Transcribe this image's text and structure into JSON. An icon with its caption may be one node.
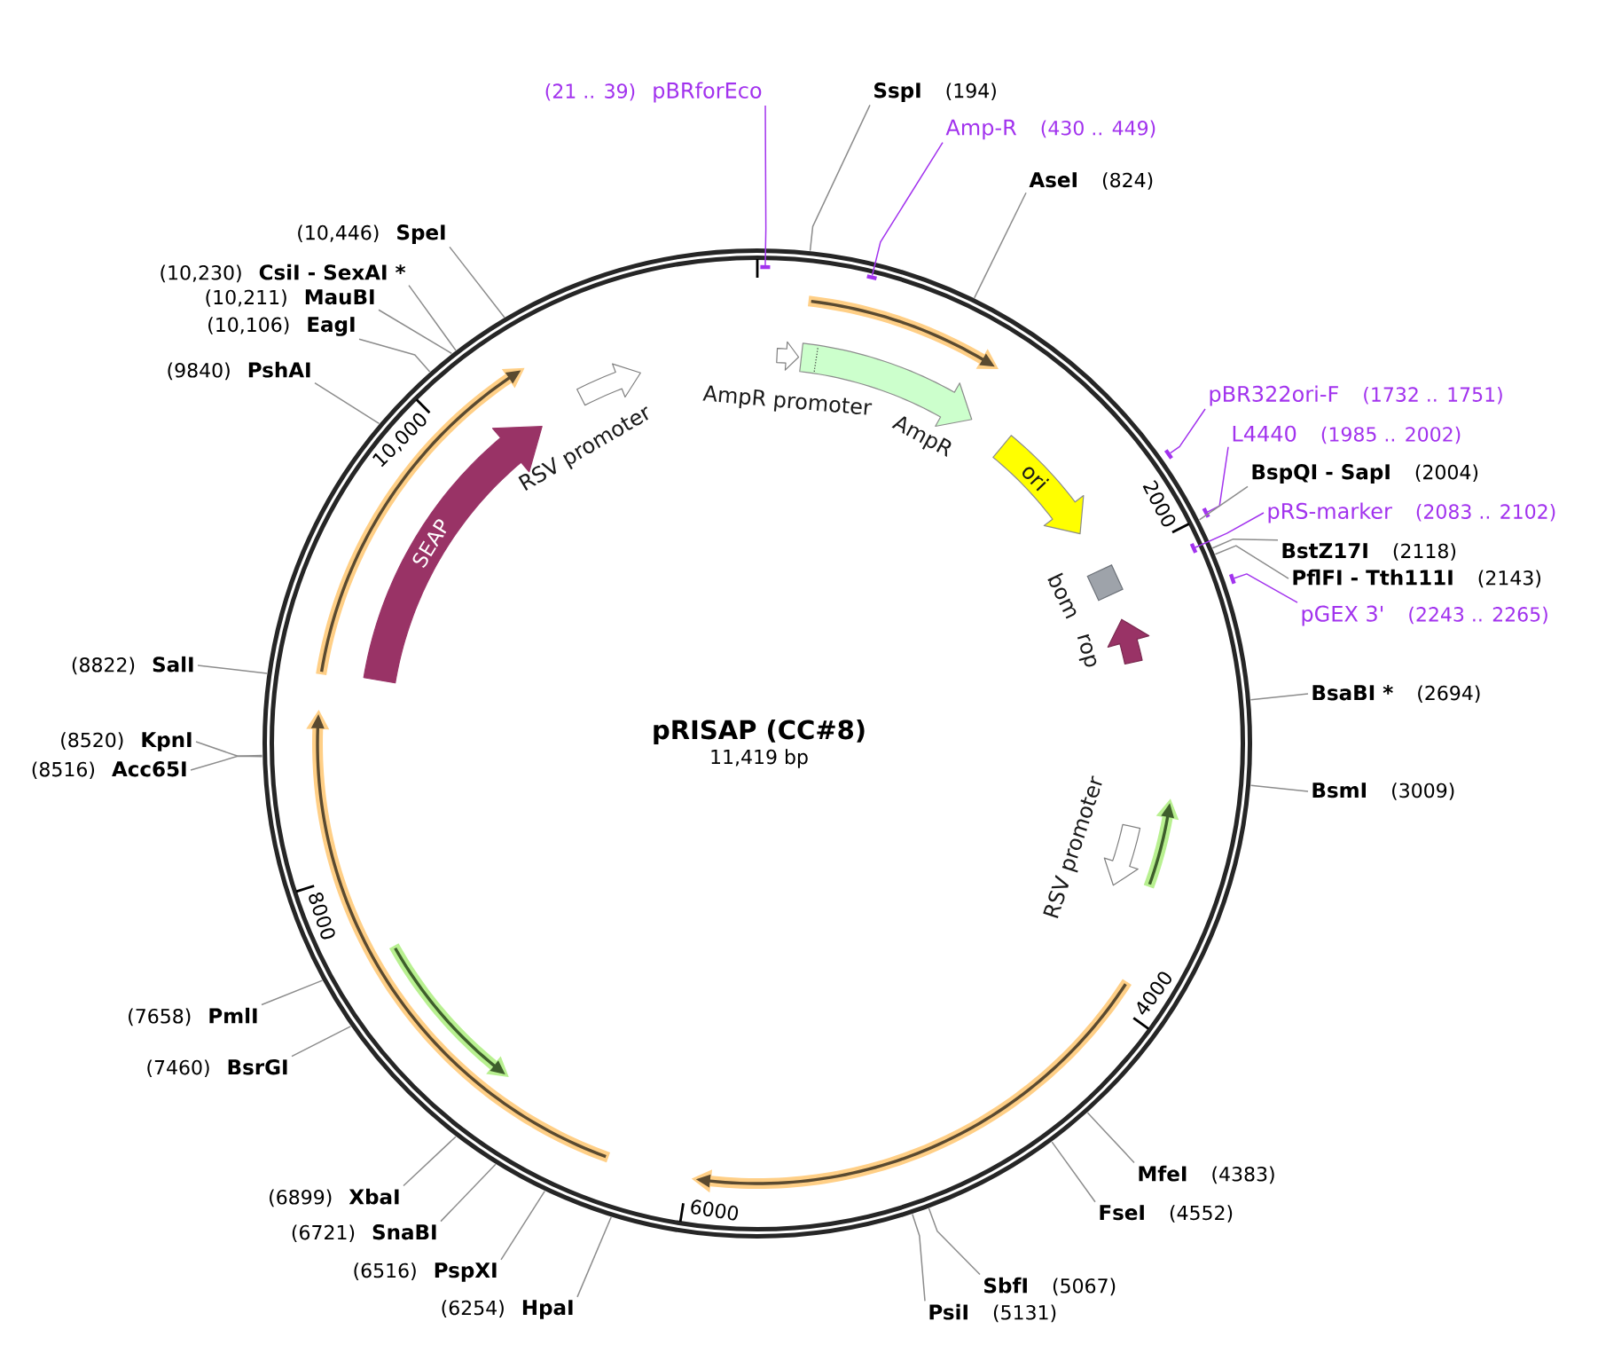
{
  "diagram": {
    "nodes": [
      {
        "text": [
          "pRISAP (CC#8)",
          "11,419 bp"
        ]
      },
      {
        "text": [],
        "shape": "arrow",
        "in": 0
      },
      {
        "text": [
          "AmpR promoter"
        ],
        "in": 0
      },
      {
        "text": [
          "AmpR"
        ],
        "in": 0
      },
      {
        "text": [],
        "shape": "arrow",
        "in": 0
      },
      {
        "text": [
          "RSV promoter"
        ],
        "in": 0
      },
      {
        "text": [
          "SEAP"
        ],
        "in": 0
      },
      {
        "text": [
          "ori"
        ],
        "in": 0
      },
      {
        "text": [
          "bom"
        ],
        "in": 0
      },
      {
        "text": [
          "rop"
        ],
        "in": 0
      },
      {
        "text": [],
        "shape": "arrow",
        "in": 0
      },
      {
        "text": [],
        "shape": "arrow",
        "in": 0
      },
      {
        "text": [
          "RSV promoter"
        ],
        "in": 0
      },
      {
        "text": [],
        "shape": "arrow",
        "in": 0
      },
      {
        "text": [],
        "shape": "arrow",
        "in": 0
      },
      {
        "text": [
          "(21 .. 39)",
          "pBRforEco"
        ]
      },
      {
        "text": [
          "SspI",
          "(194)"
        ]
      },
      {
        "text": [
          "Amp-R",
          "(430 .. 449)"
        ]
      },
      {
        "text": [
          "AseI",
          "(824)"
        ]
      },
      {
        "text": [
          "(10,446)",
          "SpeI"
        ]
      },
      {
        "text": [
          "(10,230)",
          "CsiI - SexAI *"
        ]
      },
      {
        "text": [
          "(10,211)",
          "MauBI"
        ]
      },
      {
        "text": [
          "(10,106)",
          "EagI"
        ]
      },
      {
        "text": [
          "(9840)",
          "PshAI"
        ]
      },
      {
        "text": [
          "pBR322ori-F",
          "(1732 .. 1751)"
        ]
      },
      {
        "text": [
          "L4440",
          "(1985 .. 2002)"
        ]
      },
      {
        "text": [
          "BspQI - SapI",
          "(2004)"
        ]
      },
      {
        "text": [
          "pRS-marker",
          "(2083 .. 2102)"
        ]
      },
      {
        "text": [
          "BstZ17I",
          "(2118)"
        ]
      },
      {
        "text": [
          "PflFI - Tth111I",
          "(2143)"
        ]
      },
      {
        "text": [
          "pGEX 3'",
          "(2243 .. 2265)"
        ]
      },
      {
        "text": [
          "(8822)",
          "SalI"
        ]
      },
      {
        "text": [
          "BsaBI *",
          "(2694)"
        ]
      },
      {
        "text": [
          "(8520)",
          "KpnI"
        ]
      },
      {
        "text": [
          "(8516)",
          "Acc65I"
        ]
      },
      {
        "text": [
          "BsmI",
          "(3009)"
        ]
      },
      {
        "text": [
          "(7658)",
          "PmlI"
        ]
      },
      {
        "text": [
          "(7460)",
          "BsrGI"
        ]
      },
      {
        "text": [
          "MfeI",
          "(4383)"
        ]
      },
      {
        "text": [
          "(6899)",
          "XbaI"
        ]
      },
      {
        "text": [
          "FseI",
          "(4552)"
        ]
      },
      {
        "text": [
          "(6721)",
          "SnaBI"
        ]
      },
      {
        "text": [
          "(6516)",
          "PspXI"
        ]
      },
      {
        "text": [
          "SbfI",
          "(5067)"
        ]
      },
      {
        "text": [
          "(6254)",
          "HpaI"
        ]
      },
      {
        "text": [
          "PsiI",
          "(5131)"
        ]
      },
      {
        "text": [],
        "shape": "bar",
        "in": 0
      },
      {
        "text": [],
        "shape": "bar",
        "in": 0
      },
      {
        "text": [],
        "shape": "bar",
        "in": 0
      },
      {
        "text": [],
        "shape": "bar",
        "in": 0
      },
      {
        "text": [],
        "shape": "bar",
        "in": 0
      },
      {
        "text": [],
        "shape": "bar",
        "in": 0
      }
    ],
    "edges": [
      {
        "from": 15,
        "to": 46,
        "arrow": "none",
        "color": "#a233ee"
      },
      {
        "from": 16,
        "to": 0,
        "arrow": "none"
      },
      {
        "from": 17,
        "to": 47,
        "arrow": "none",
        "color": "#a233ee"
      },
      {
        "from": 18,
        "to": 0,
        "arrow": "none"
      },
      {
        "from": 19,
        "to": 0,
        "arrow": "none"
      },
      {
        "from": 20,
        "to": 0,
        "arrow": "none"
      },
      {
        "from": 21,
        "to": 0,
        "arrow": "none"
      },
      {
        "from": 22,
        "to": 0,
        "arrow": "none"
      },
      {
        "from": 23,
        "to": 0,
        "arrow": "none"
      },
      {
        "from": 24,
        "to": 48,
        "arrow": "none",
        "color": "#a233ee"
      },
      {
        "from": 25,
        "to": 49,
        "arrow": "none",
        "color": "#a233ee"
      },
      {
        "from": 26,
        "to": 0,
        "arrow": "none"
      },
      {
        "from": 27,
        "to": 50,
        "arrow": "none",
        "color": "#a233ee"
      },
      {
        "from": 28,
        "to": 0,
        "arrow": "none"
      },
      {
        "from": 29,
        "to": 0,
        "arrow": "none"
      },
      {
        "from": 30,
        "to": 51,
        "arrow": "none",
        "color": "#a233ee"
      },
      {
        "from": 31,
        "to": 0,
        "arrow": "none"
      },
      {
        "from": 32,
        "to": 0,
        "arrow": "none"
      },
      {
        "from": 33,
        "to": 0,
        "arrow": "none"
      },
      {
        "from": 34,
        "to": 0,
        "arrow": "none"
      },
      {
        "from": 35,
        "to": 0,
        "arrow": "none"
      },
      {
        "from": 36,
        "to": 0,
        "arrow": "none"
      },
      {
        "from": 37,
        "to": 0,
        "arrow": "none"
      },
      {
        "from": 38,
        "to": 0,
        "arrow": "none"
      },
      {
        "from": 39,
        "to": 0,
        "arrow": "none"
      },
      {
        "from": 40,
        "to": 0,
        "arrow": "none"
      },
      {
        "from": 41,
        "to": 0,
        "arrow": "none"
      },
      {
        "from": 42,
        "to": 0,
        "arrow": "none"
      },
      {
        "from": 43,
        "to": 0,
        "arrow": "none"
      },
      {
        "from": 44,
        "to": 0,
        "arrow": "none"
      },
      {
        "from": 45,
        "to": 0,
        "arrow": "none"
      }
    ],
    "labels": [
      "10,000",
      "2000",
      "8000",
      "4000",
      "6000"
    ]
  }
}
